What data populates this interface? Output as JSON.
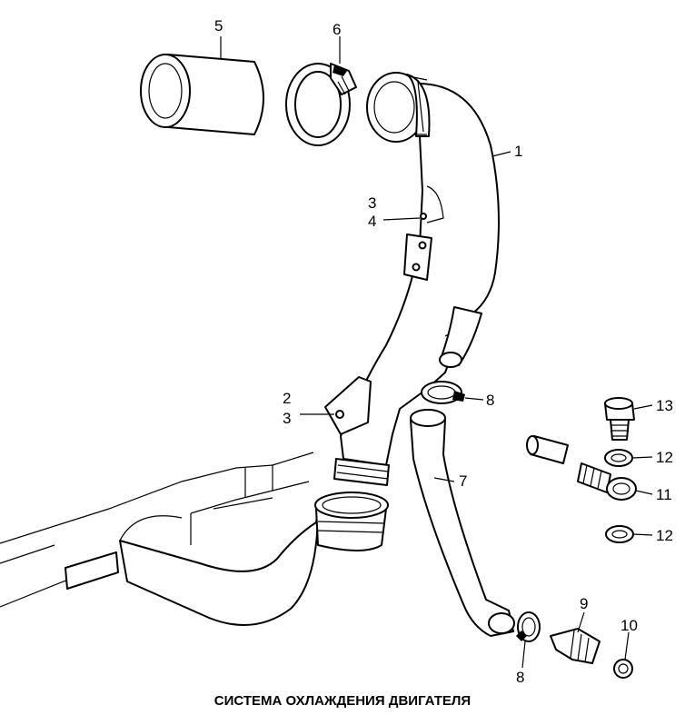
{
  "caption": "СИСТЕМА ОХЛАЖДЕНИЯ ДВИГАТЕЛЯ",
  "callouts": {
    "c1": "1",
    "c2": "2",
    "c3a": "3",
    "c3b": "3",
    "c4": "4",
    "c5": "5",
    "c6": "6",
    "c7": "7",
    "c8a": "8",
    "c8b": "8",
    "c9": "9",
    "c10": "10",
    "c11": "11",
    "c12a": "12",
    "c12b": "12",
    "c13": "13"
  }
}
